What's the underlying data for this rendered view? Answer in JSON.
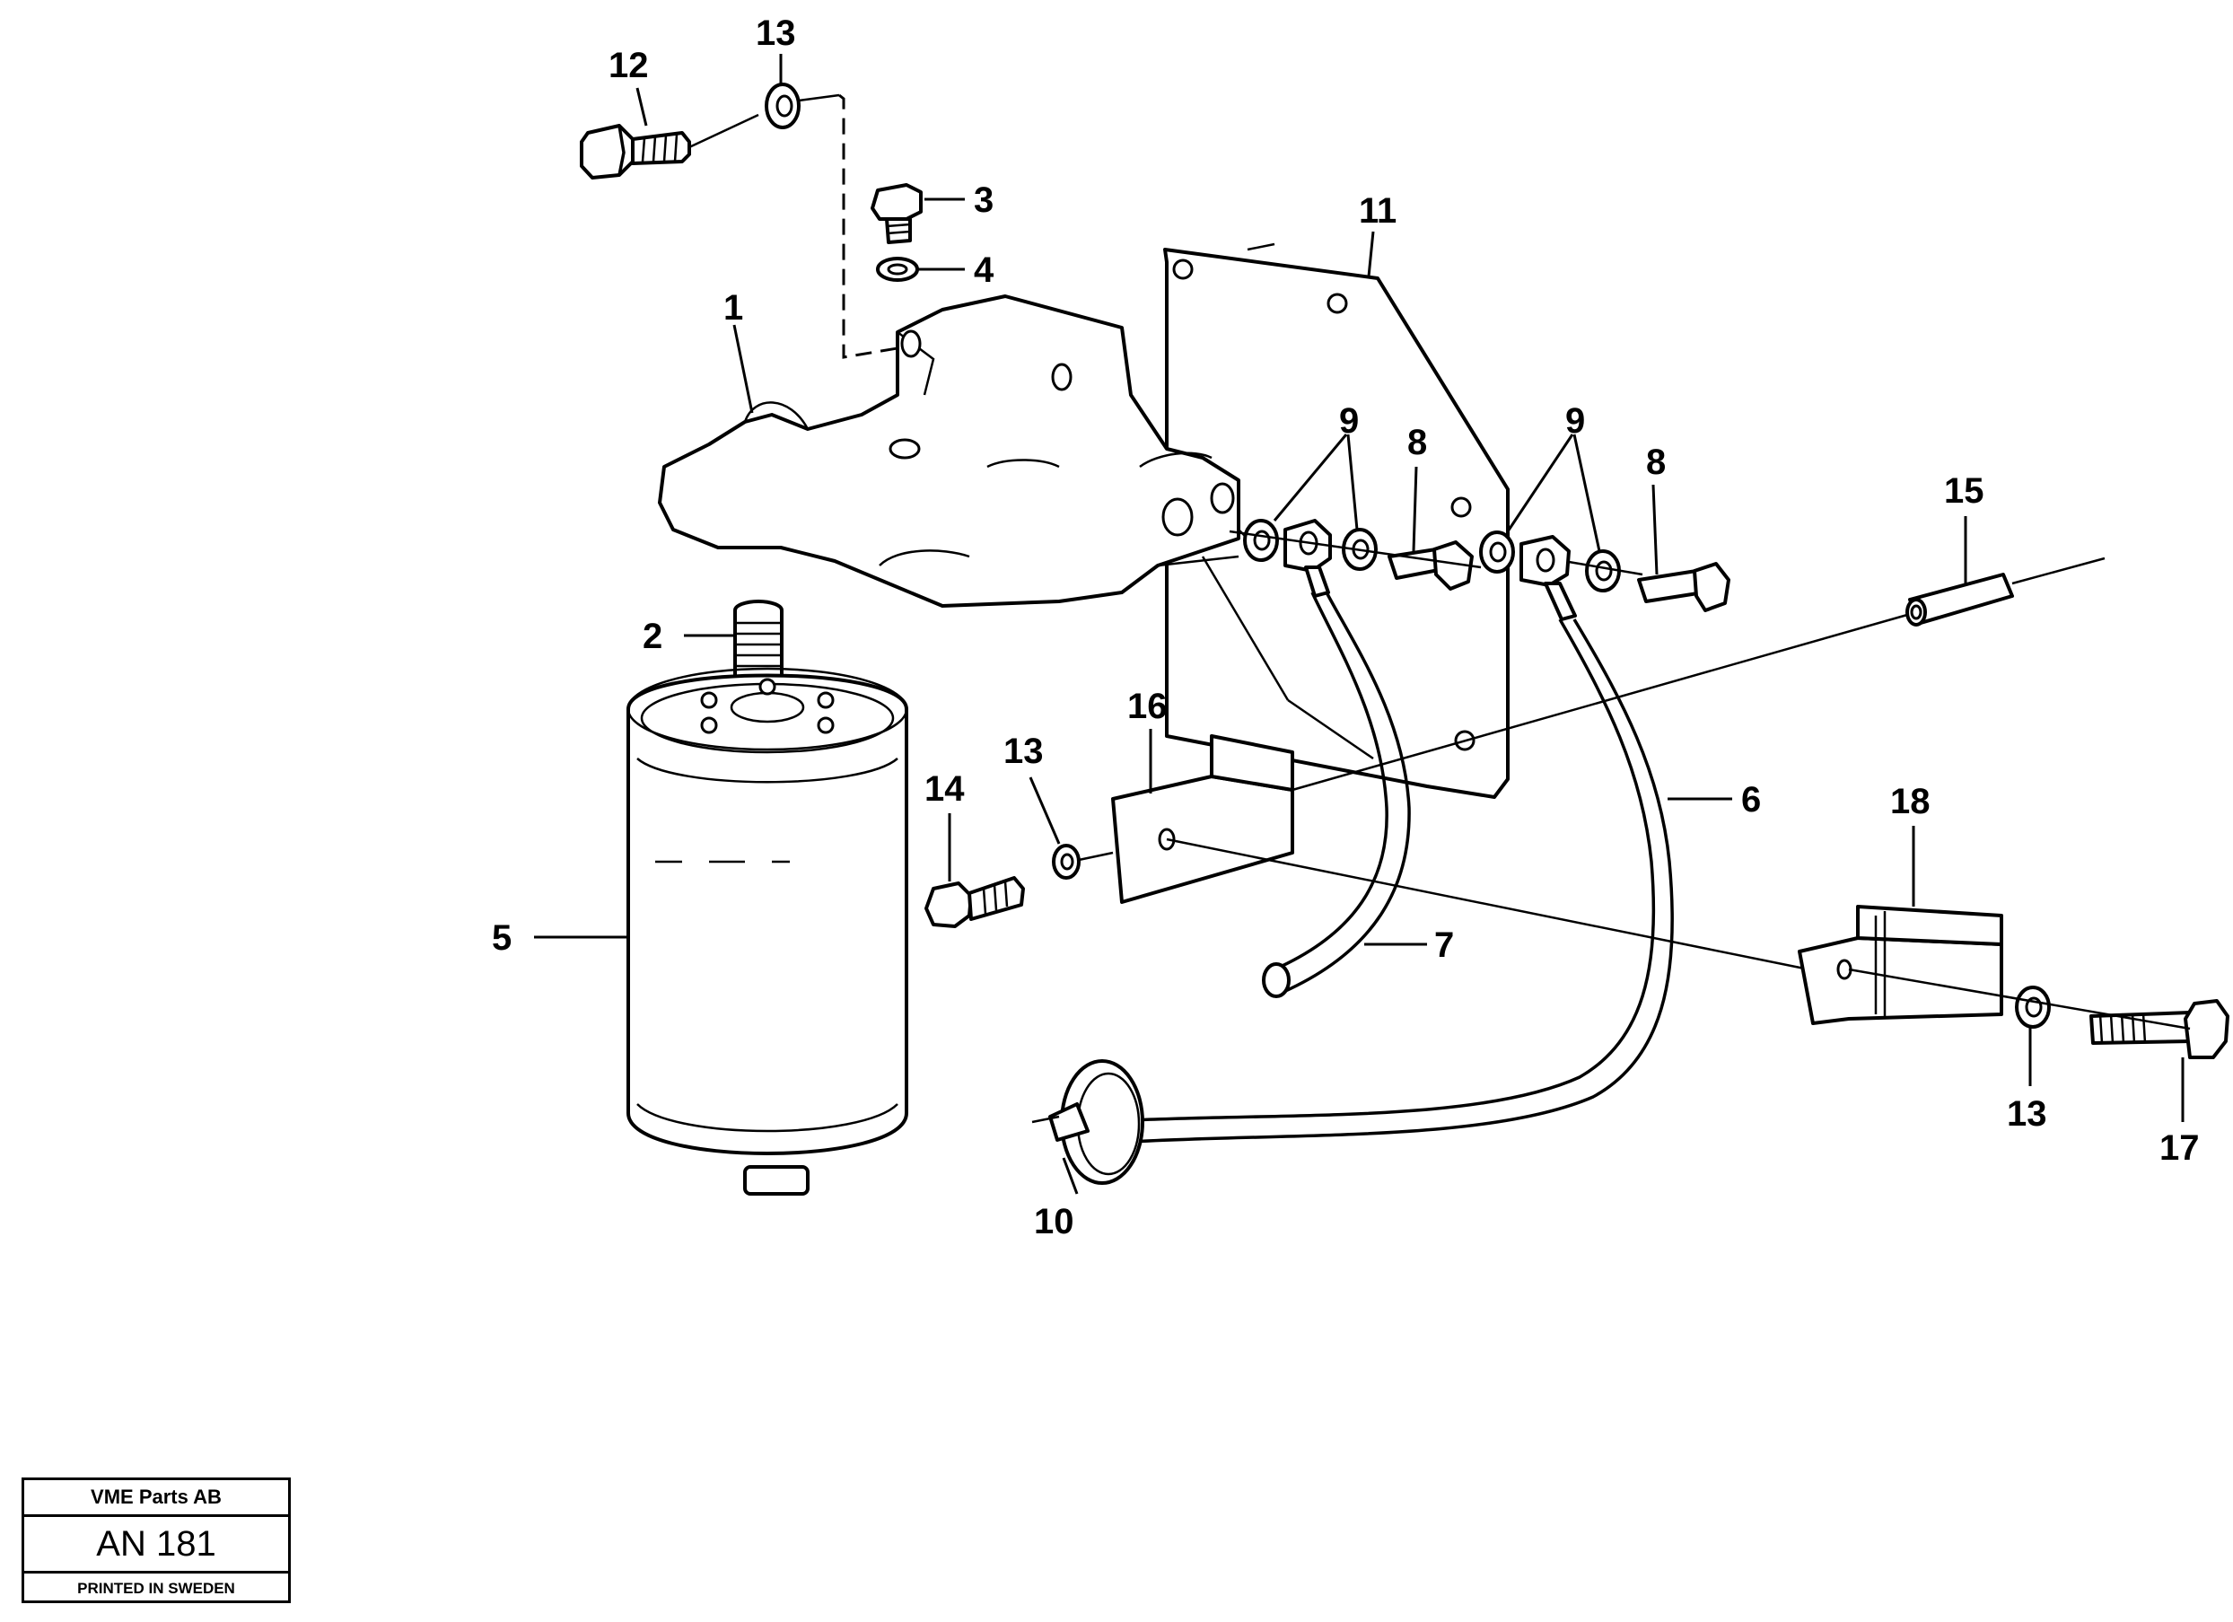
{
  "diagram": {
    "callouts": {
      "c1": "1",
      "c2": "2",
      "c3": "3",
      "c4": "4",
      "c5": "5",
      "c6": "6",
      "c7": "7",
      "c8a": "8",
      "c8b": "8",
      "c9a": "9",
      "c9b": "9",
      "c10": "10",
      "c11": "11",
      "c12": "12",
      "c13a": "13",
      "c13b": "13",
      "c13c": "13",
      "c14": "14",
      "c15": "15",
      "c16": "16",
      "c17": "17",
      "c18": "18"
    }
  },
  "stamp": {
    "company": "VME Parts AB",
    "code": "AN 181",
    "printed": "PRINTED IN SWEDEN"
  }
}
